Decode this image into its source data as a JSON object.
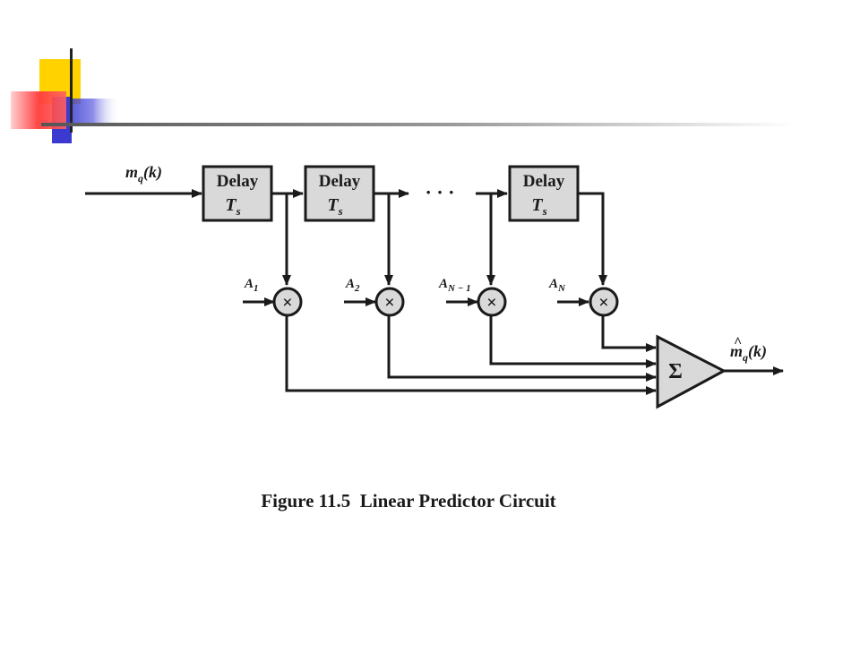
{
  "colors": {
    "accent_yellow": "#ffd200",
    "accent_red": "#ff3b3b",
    "accent_blue": "#3a3ad0",
    "box_fill": "#d9d9d9",
    "line": "#1a1a1a"
  },
  "diagram": {
    "input_label": {
      "base": "m",
      "sub": "q",
      "arg": "(k)"
    },
    "output_label": {
      "base": "m",
      "hat": "^",
      "sub": "q",
      "arg": "(k)"
    },
    "delay_boxes": [
      {
        "line1": "Delay",
        "base": "T",
        "sub": "s"
      },
      {
        "line1": "Delay",
        "base": "T",
        "sub": "s"
      },
      {
        "line1": "Delay",
        "base": "T",
        "sub": "s"
      }
    ],
    "ellipsis": "· · ·",
    "multipliers": [
      {
        "symbol": "×",
        "coef_base": "A",
        "coef_sub": "1"
      },
      {
        "symbol": "×",
        "coef_base": "A",
        "coef_sub": "2"
      },
      {
        "symbol": "×",
        "coef_base": "A",
        "coef_sub": "N − 1"
      },
      {
        "symbol": "×",
        "coef_base": "A",
        "coef_sub": "N"
      }
    ],
    "summer_symbol": "Σ"
  },
  "caption": "Figure 11.5  Linear Predictor Circuit"
}
